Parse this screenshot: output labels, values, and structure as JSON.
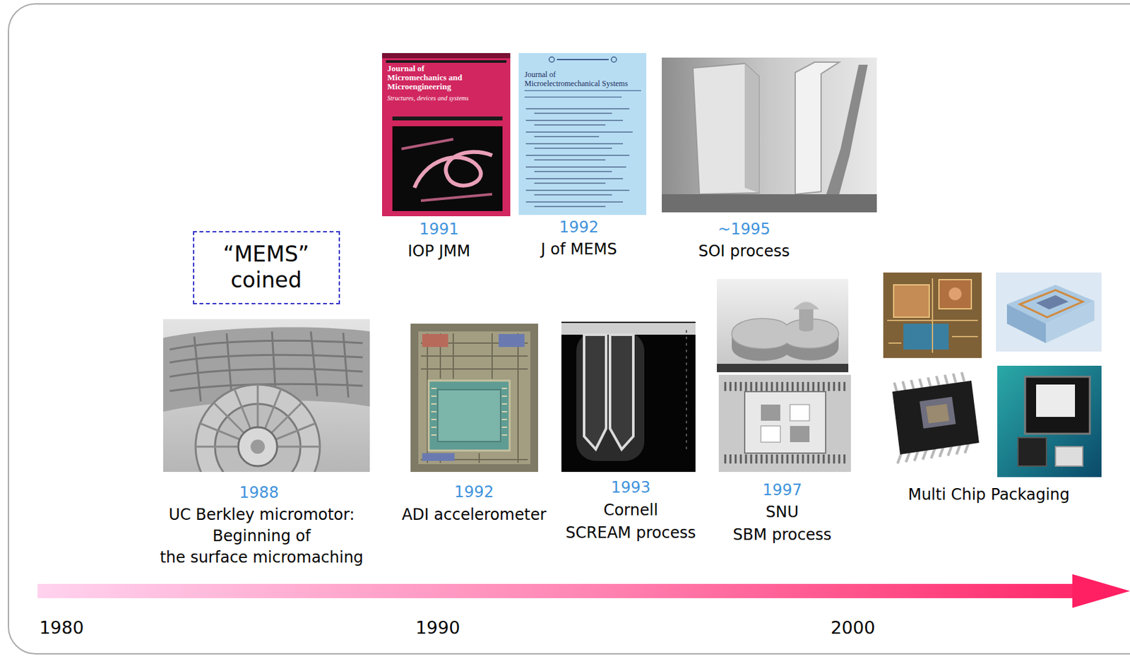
{
  "diagram": {
    "nodes": [
      {
        "text": [
          "“MEMS” coined"
        ]
      }
    ],
    "labels": [
      "Journal of Micromechanics and Microengineering",
      "Structures, devices and systems",
      "Journal of Microelectromechanical Systems",
      "1991",
      "IOP JMM",
      "1992",
      "J of MEMS",
      "~1995",
      "SOI process",
      "1988",
      "UC Berkley micromotor: Beginning of the surface micromaching",
      "1992",
      "ADI accelerometer",
      "1993",
      "Cornell SCREAM process",
      "1997",
      "SNU SBM process",
      "Multi Chip Packaging",
      "1980",
      "1990",
      "2000"
    ]
  }
}
